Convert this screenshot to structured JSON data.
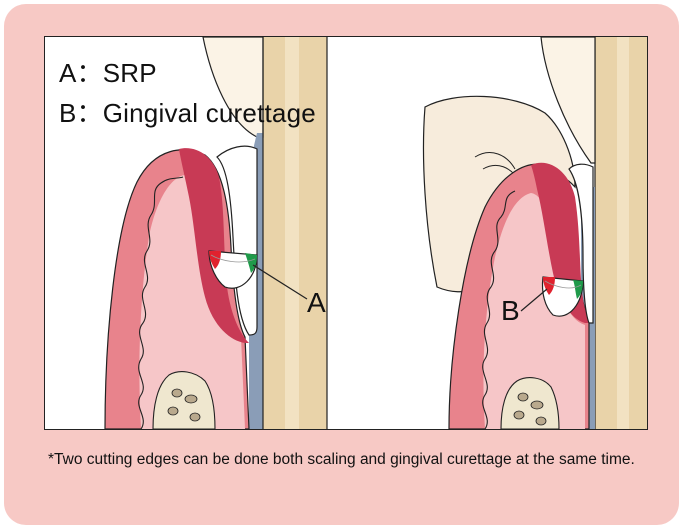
{
  "legend": {
    "a": "A：SRP",
    "b": "B：Gingival curettage"
  },
  "callouts": {
    "a": "A",
    "b": "B"
  },
  "footnote": "*Two cutting edges can be done both scaling and gingival curettage at the same time.",
  "colors": {
    "background": "#f7c9c5",
    "gingiva": "#e8838c",
    "gingiva_inner": "#f6c6c8",
    "inflamed": "#c83a55",
    "tooth_root": "#e9d3a9",
    "periodontal_ligament": "#8a9db7",
    "crown": "#f7ecdc",
    "cutting_edge_red": "#e0222e",
    "cutting_edge_green": "#1f9a4a"
  }
}
